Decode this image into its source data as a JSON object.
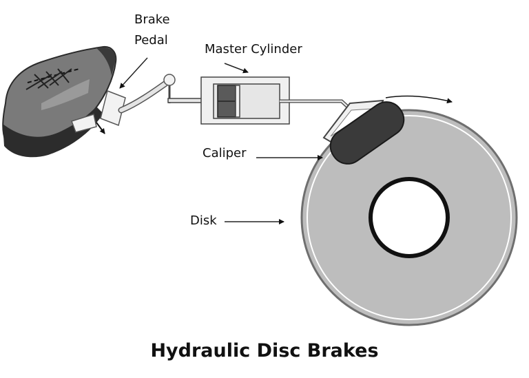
{
  "labels": {
    "brake_pedal_line1": "Brake",
    "brake_pedal_line2": "Pedal",
    "master_cylinder": "Master Cylinder",
    "caliper": "Caliper",
    "disk": "Disk"
  },
  "title": "Hydraulic Disc Brakes",
  "colors": {
    "disk_fill": "#bdbdbd",
    "disk_edge": "#6f6f6f",
    "hub_ring": "#111111",
    "caliper_pad": "#3a3a3a",
    "shoe_body": "#7a7a7a",
    "shoe_sole": "#2c2c2c",
    "cylinder_piston": "#5a5a5a",
    "cylinder_body": "#e6e6e6"
  },
  "icons": [
    "shoe-icon",
    "pedal-icon",
    "master-cylinder-icon",
    "caliper-icon",
    "brake-disk-icon"
  ]
}
